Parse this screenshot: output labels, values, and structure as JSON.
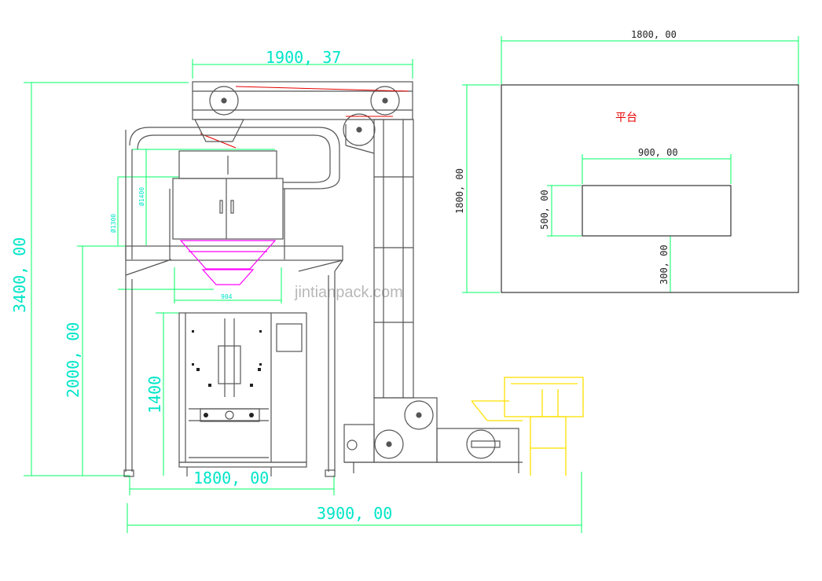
{
  "colors": {
    "dimension": "#00ff66",
    "dimension_text": "#00e5c8",
    "machine": "#555555",
    "detail": "#222222",
    "accent_red": "#e60000",
    "magenta": "#ff00ff",
    "yellow": "#ffe000",
    "watermark": "#b8b8b8"
  },
  "dimensions": {
    "top_width": "1900, 37",
    "total_height": "3400, 00",
    "platform_height": "2000, 00",
    "packer_height": "1400",
    "packer_width": "1800, 00",
    "total_width": "3900, 00",
    "inner_dim_a": "Ø1400",
    "inner_dim_b": "Ø1300",
    "hopper_width": "904"
  },
  "plan": {
    "label": "平台",
    "width": "1800, 00",
    "height": "1800, 00",
    "opening_width": "900, 00",
    "opening_height": "500, 00",
    "opening_offset": "300, 00"
  },
  "watermark": "jintianpack.com"
}
